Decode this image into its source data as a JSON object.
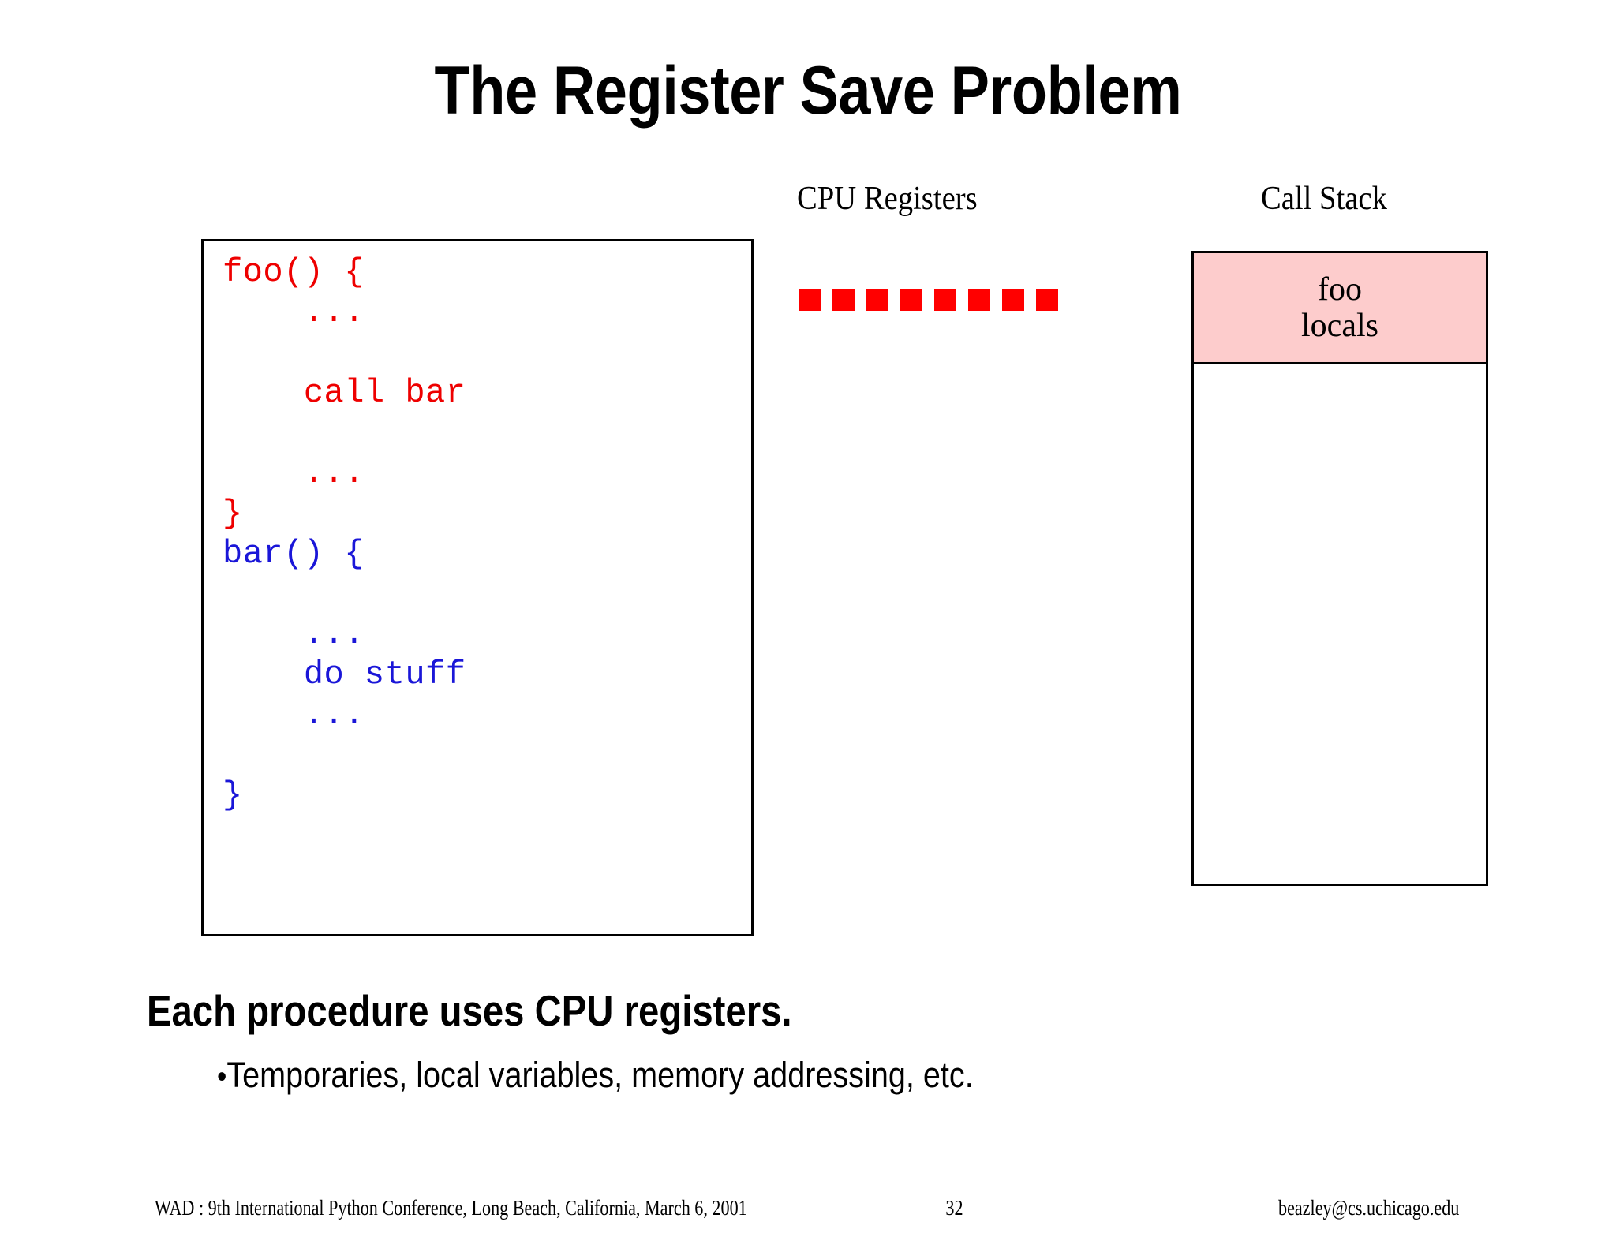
{
  "slide": {
    "title": "The Register Save Problem",
    "background_color": "#ffffff"
  },
  "diagram": {
    "labels": {
      "cpu_registers": "CPU Registers",
      "call_stack": "Call Stack"
    },
    "code_panel": {
      "lines": [
        {
          "text": "foo() {",
          "color_name": "red",
          "color": "#ee0000"
        },
        {
          "text": "    ...",
          "color_name": "red",
          "color": "#ee0000"
        },
        {
          "text": "",
          "color_name": "red",
          "color": "#ee0000"
        },
        {
          "text": "    call bar",
          "color_name": "red",
          "color": "#ee0000"
        },
        {
          "text": "",
          "color_name": "red",
          "color": "#ee0000"
        },
        {
          "text": "    ...",
          "color_name": "red",
          "color": "#ee0000"
        },
        {
          "text": "}",
          "color_name": "red",
          "color": "#ee0000"
        },
        {
          "text": "bar() {",
          "color_name": "blue",
          "color": "#1a16d8"
        },
        {
          "text": "",
          "color_name": "blue",
          "color": "#1a16d8"
        },
        {
          "text": "    ...",
          "color_name": "blue",
          "color": "#1a16d8"
        },
        {
          "text": "    do stuff",
          "color_name": "blue",
          "color": "#1a16d8"
        },
        {
          "text": "    ...",
          "color_name": "blue",
          "color": "#1a16d8"
        },
        {
          "text": "",
          "color_name": "blue",
          "color": "#1a16d8"
        },
        {
          "text": "}",
          "color_name": "blue",
          "color": "#1a16d8"
        }
      ]
    },
    "registers": {
      "count": 8,
      "color": "#ff0000",
      "shape": "square"
    },
    "call_stack": {
      "frames": [
        {
          "line1": "foo",
          "line2": "locals",
          "fill_color": "#fdcccc",
          "state": "active"
        }
      ],
      "empty_region_fill": "#ffffff"
    }
  },
  "body": {
    "heading": "Each procedure uses CPU registers.",
    "bullet_glyph": "•",
    "bullet_text": "Temporaries, local variables, memory addressing, etc."
  },
  "footer": {
    "left": "WAD : 9th International Python Conference, Long Beach, California, March 6, 2001",
    "page_number": "32",
    "right": "beazley@cs.uchicago.edu"
  }
}
